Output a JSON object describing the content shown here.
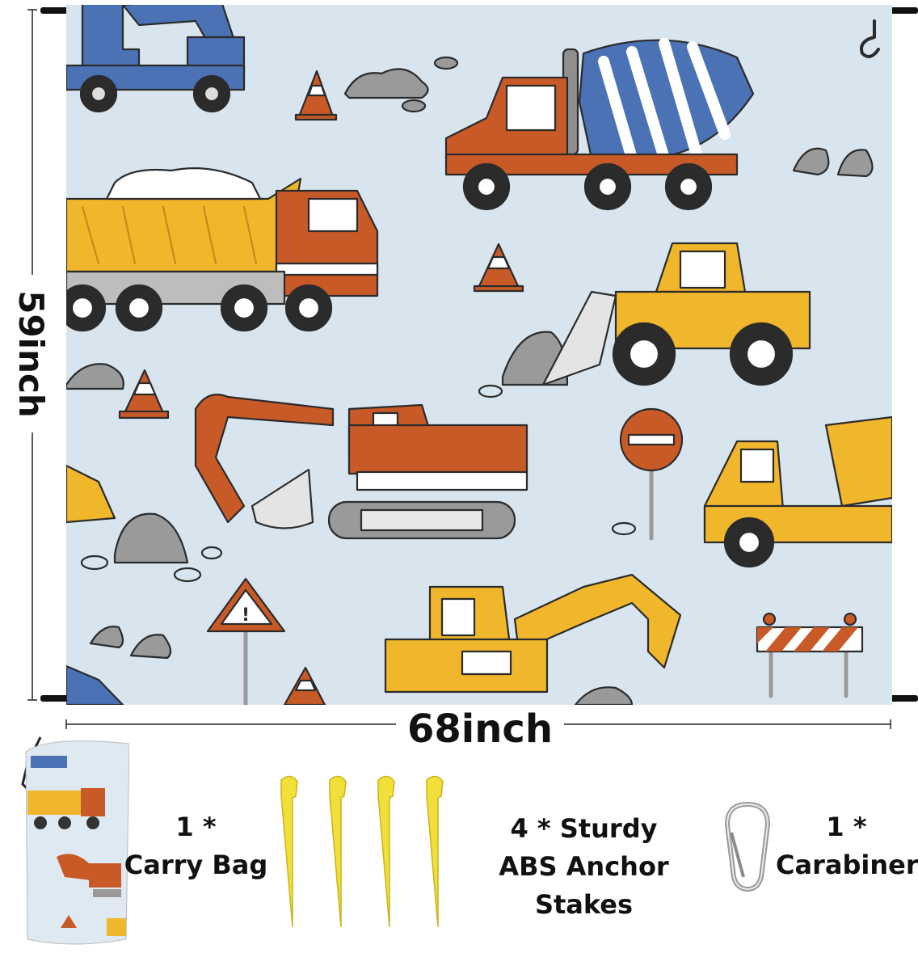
{
  "dimensions": {
    "height_label": "59inch",
    "width_label": "68inch"
  },
  "mat_pattern": {
    "background_color": "#d9e5ee",
    "motifs": [
      "crane-truck",
      "cement-mixer-truck",
      "dump-truck",
      "bulldozer",
      "excavator",
      "traffic-cone",
      "stop-sign",
      "warning-sign",
      "road-barrier",
      "rocks"
    ]
  },
  "accessories": {
    "carry_bag": {
      "line1": "1 *",
      "line2": "Carry Bag"
    },
    "stakes": {
      "line1": "4 * Sturdy",
      "line2": "ABS Anchor Stakes"
    },
    "carabiner": {
      "line1": "1 *",
      "line2": "Carabiner"
    }
  },
  "colors": {
    "orange": "#c85a28",
    "yellow": "#f0b62c",
    "blue": "#4a72b5",
    "gray": "#8f8f8f",
    "stake_yellow": "#f2df3a"
  }
}
